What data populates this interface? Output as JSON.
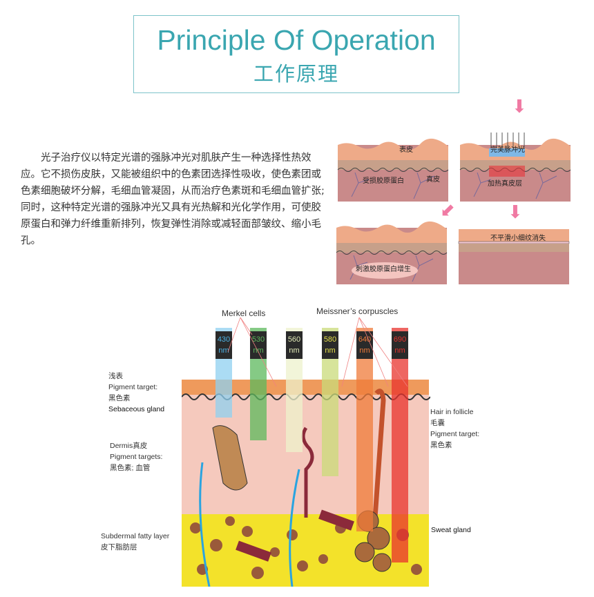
{
  "header": {
    "title_en": "Principle Of Operation",
    "title_cn": "工作原理"
  },
  "description": "光子治疗仪以特定光谱的强脉冲光对肌肤产生一种选择性热效应。它不损伤皮肤，又能被组织中的色素团选择性吸收，使色素团或色素细胞破坏分解，毛细血管凝固，从而治疗色素斑和毛细血管扩张;同时，这种特定光谱的强脉冲光又具有光热解和光化学作用，可使胶原蛋白和弹力纤维重新排列，恢复弹性消除或减轻面部皱纹、缩小毛孔。",
  "panels": {
    "p1": {
      "epidermis": "表皮",
      "damaged": "受损胶原蛋白",
      "dermis": "真皮"
    },
    "p2": {
      "light": "完美脉冲光",
      "heated": "加热真皮层"
    },
    "p3": {
      "stimulate": "刺激胶原蛋白增生"
    },
    "p4": {
      "result": "不平滑小细纹消失"
    }
  },
  "diagram": {
    "merkel": "Merkel cells",
    "meissner": "Meissner’s corpuscles",
    "superficial": "浅表",
    "pigment_target": "Pigment target:",
    "melanin": "黑色素",
    "sebaceous": "Sebaceous gland",
    "dermis": "Dermis真皮",
    "pigment_targets": "Pigment targets:",
    "melanin_vessel": "黑色素; 血管",
    "subdermal": "Subdermal fatty layer",
    "subdermal_cn": "皮下脂肪层",
    "hair": "Hair in follicle",
    "hair_cn": "毛囊",
    "pigment_target2": "Pigment target:",
    "melanin2": "黑色素",
    "sweat": "Sweat gland",
    "wavelengths": [
      {
        "value": "430",
        "unit": "nm",
        "color": "#4db3e6"
      },
      {
        "value": "530",
        "unit": "nm",
        "color": "#5cb85c"
      },
      {
        "value": "560",
        "unit": "nm",
        "color": "#e3ebb8"
      },
      {
        "value": "580",
        "unit": "nm",
        "color": "#c6d96b"
      },
      {
        "value": "640",
        "unit": "nm",
        "color": "#ef7b3a"
      },
      {
        "value": "690",
        "unit": "nm",
        "color": "#e8332e"
      }
    ]
  },
  "colors": {
    "accent": "#3aa6b0",
    "arrow": "#f07aa3"
  }
}
